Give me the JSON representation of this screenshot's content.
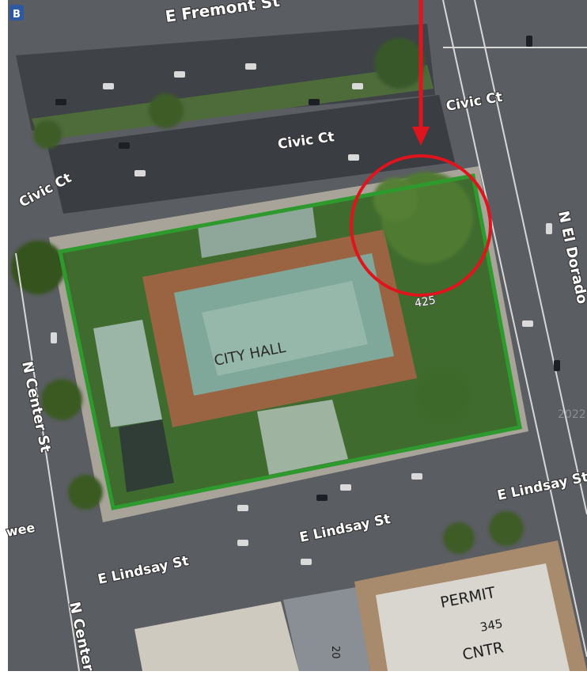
{
  "map": {
    "badge": "B",
    "streets": {
      "fremont": "E Fremont St",
      "civic_ct_east": "Civic Ct",
      "civic_ct_mid": "Civic Ct",
      "civic_ct_west": "Civic Ct",
      "el_dorado": "N El Dorado",
      "center_mid": "N Center St",
      "center_low": "N Center",
      "lindsay_east": "E Lindsay St",
      "lindsay_mid": "E Lindsay St",
      "lindsay_west": "E Lindsay St",
      "wee_fragment": "wee"
    },
    "buildings": {
      "city_hall": "CITY HALL",
      "permit_line1": "PERMIT",
      "permit_number": "345",
      "permit_line2": "CNTR",
      "address_425": "425",
      "address_20": "20",
      "watermark": "2022"
    },
    "annotations": {
      "boundary_color": "#2e9a2e",
      "circle_color": "#e0141c",
      "arrow_color": "#e0141c"
    }
  }
}
